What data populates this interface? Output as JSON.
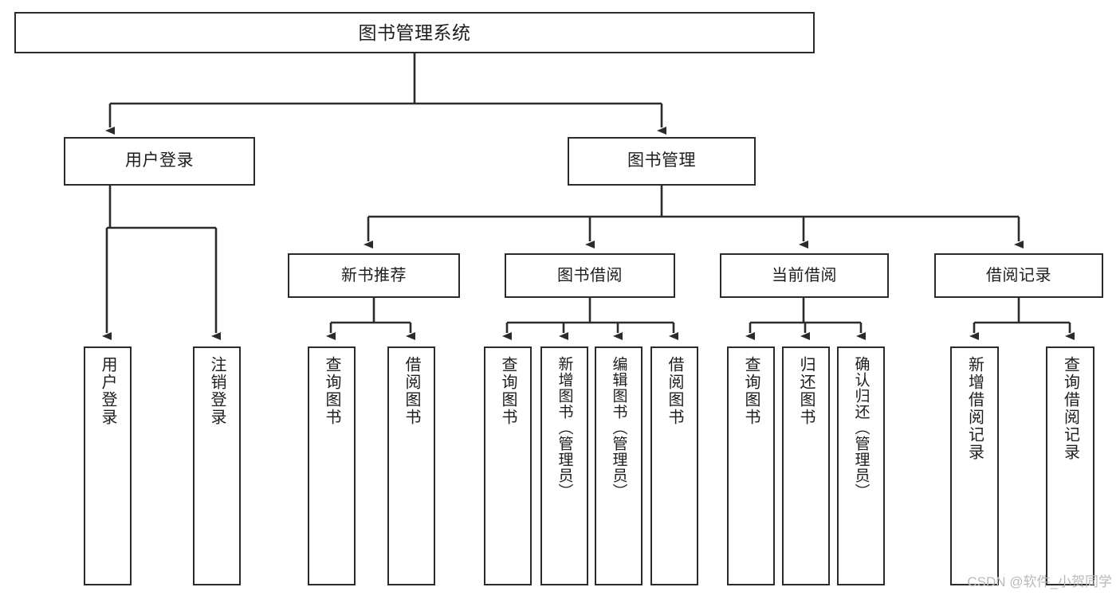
{
  "diagram": {
    "type": "tree-hierarchy-chart",
    "title": "图书管理系统",
    "watermark": "CSDN @软件_小贺同学",
    "colors": {
      "box_border": "#2b2b2b",
      "box_fill": "#ffffff",
      "connector": "#2b2b2b",
      "text": "#1d1d1d",
      "watermark": "#b9b9b9",
      "background": "#ffffff"
    },
    "nodes": {
      "root": {
        "label": "图书管理系统"
      },
      "level2": [
        {
          "id": "user-login",
          "label": "用户登录"
        },
        {
          "id": "book-manage",
          "label": "图书管理"
        }
      ],
      "level3": [
        {
          "id": "new-book-recommend",
          "label": "新书推荐"
        },
        {
          "id": "book-borrow",
          "label": "图书借阅"
        },
        {
          "id": "current-borrow",
          "label": "当前借阅"
        },
        {
          "id": "borrow-record",
          "label": "借阅记录"
        }
      ],
      "leaves": {
        "user_login": [
          {
            "id": "leaf-user-login",
            "label": "用户登录"
          },
          {
            "id": "leaf-logout-login",
            "label": "注销登录"
          }
        ],
        "new_book_recommend": [
          {
            "id": "leaf-query-book-1",
            "label": "查询图书"
          },
          {
            "id": "leaf-borrow-book-1",
            "label": "借阅图书"
          }
        ],
        "book_borrow": [
          {
            "id": "leaf-query-book-2",
            "label": "查询图书"
          },
          {
            "id": "leaf-add-book",
            "label": "新增图书（管理员）"
          },
          {
            "id": "leaf-edit-book",
            "label": "编辑图书（管理员）"
          },
          {
            "id": "leaf-borrow-book-2",
            "label": "借阅图书"
          }
        ],
        "current_borrow": [
          {
            "id": "leaf-query-book-3",
            "label": "查询图书"
          },
          {
            "id": "leaf-return-book",
            "label": "归还图书"
          },
          {
            "id": "leaf-confirm-return",
            "label": "确认归还（管理员）"
          }
        ],
        "borrow_record": [
          {
            "id": "leaf-add-record",
            "label": "新增借阅记录"
          },
          {
            "id": "leaf-query-record",
            "label": "查询借阅记录"
          }
        ]
      }
    }
  }
}
